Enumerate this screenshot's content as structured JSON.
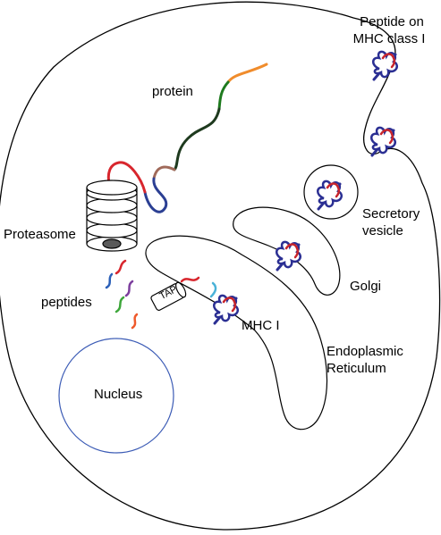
{
  "labels": {
    "protein": "protein",
    "proteasome": "Proteasome",
    "peptides": "peptides",
    "nucleus": "Nucleus",
    "tap": "TAP",
    "mhc1": "MHC I",
    "er_line1": "Endoplasmic",
    "er_line2": "Reticulum",
    "golgi": "Golgi",
    "vesicle_line1": "Secretory",
    "vesicle_line2": "vesicle",
    "surface_line1": "Peptide on",
    "surface_line2": "MHC class I"
  },
  "colors": {
    "outline": "#000000",
    "nucleus_outline": "#3b5bb5",
    "mhc": "#2b2f93",
    "peptide_bound": "#c8252c",
    "protein_orange": "#f08c2c",
    "protein_dark_green": "#1e3a1e",
    "protein_brown": "#a06a5a",
    "protein_red": "#d8262d",
    "protein_blue": "#2b3f93",
    "peptide_colors": [
      "#d8262d",
      "#2b5fb8",
      "#7d3f9e",
      "#3da63a",
      "#ef5a2c",
      "#d8262d",
      "#4ab2d8"
    ],
    "proteasome_core": "#5a5a5a"
  },
  "icons": [
    "proteasome-icon",
    "tap-transporter-icon",
    "mhc-class-i-icon",
    "peptide-fragment-icon"
  ]
}
